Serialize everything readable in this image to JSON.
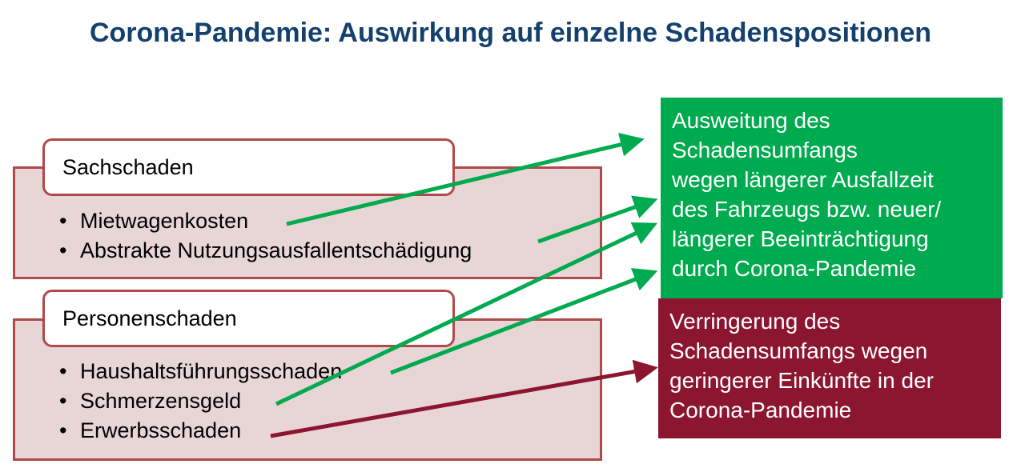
{
  "title": "Corona-Pandemie: Auswirkung auf einzelne Schadenspositionen",
  "sachschaden": {
    "heading": "Sachschaden",
    "items": [
      "Mietwagenkosten",
      "Abstrakte Nutzungsausfallentschädigung"
    ]
  },
  "personenschaden": {
    "heading": "Personenschaden",
    "items": [
      "Haushaltsführungsschaden",
      "Schmerzensgeld",
      "Erwerbsschaden"
    ]
  },
  "increase_box": {
    "lines": [
      "Ausweitung des",
      "Schadensumfangs",
      "wegen längerer Ausfallzeit",
      "des Fahrzeugs bzw. neuer/",
      "längerer Beeinträchtigung",
      "durch Corona-Pandemie"
    ],
    "color": "#00aa4f"
  },
  "decrease_box": {
    "lines": [
      "Verringerung des",
      "Schadensumfangs wegen",
      "geringerer Einkünfte in der",
      "Corona-Pandemie"
    ],
    "color": "#8c1530"
  },
  "colors": {
    "title": "#14406e",
    "group_fill": "#e8d5d5",
    "group_border": "#b04a4a",
    "arrow_green": "#00aa4f",
    "arrow_red": "#8c1530"
  }
}
